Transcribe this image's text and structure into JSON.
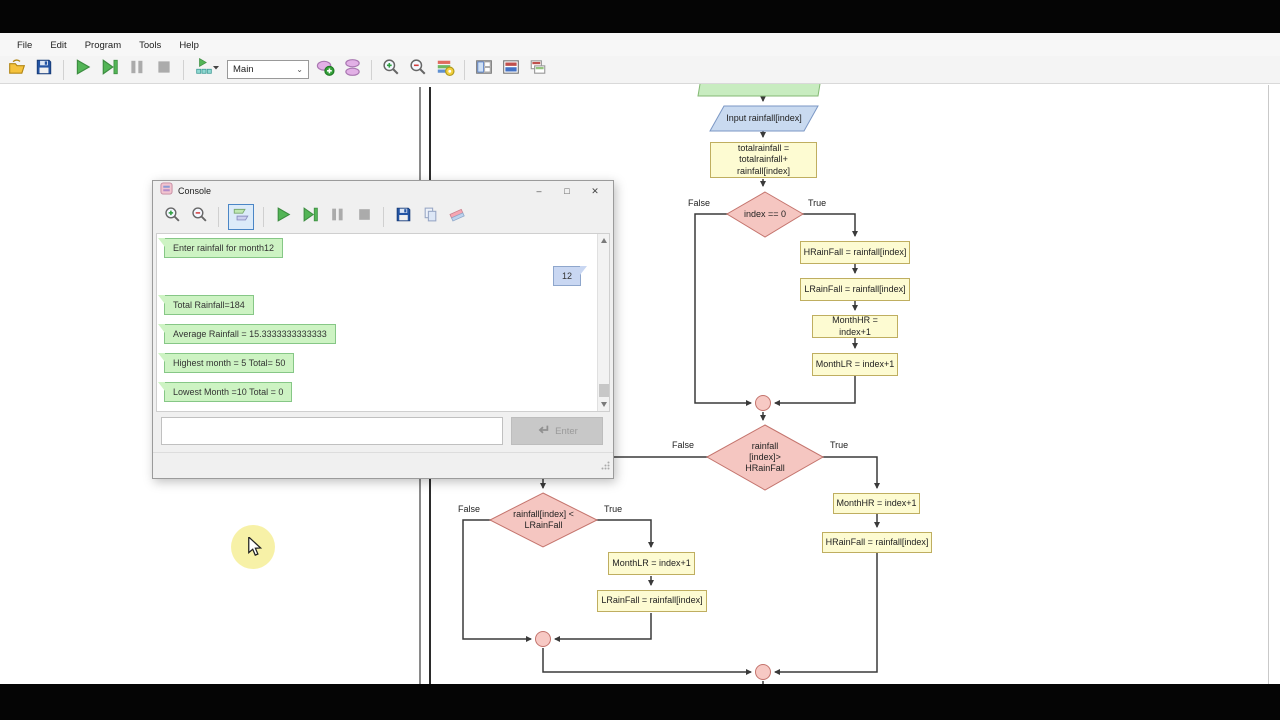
{
  "menu": {
    "items": [
      "File",
      "Edit",
      "Program",
      "Tools",
      "Help"
    ]
  },
  "toolbar": {
    "function_selector_value": "Main",
    "buttons": [
      "open",
      "save",
      "run",
      "step",
      "pause",
      "stop",
      "flowchart-windows",
      "add-function",
      "functions",
      "zoom-in",
      "zoom-out",
      "zoom-options",
      "layout-split",
      "layout-output",
      "layout-cascade"
    ]
  },
  "console": {
    "title": "Console",
    "controls": {
      "minimize": "–",
      "maximize": "□",
      "close": "✕"
    },
    "toolbar_buttons": [
      "zoom-in",
      "zoom-out",
      "chat-view",
      "run",
      "step",
      "pause",
      "stop",
      "save",
      "copy",
      "clear"
    ],
    "messages": [
      {
        "role": "output",
        "text": "Enter rainfall for month12"
      },
      {
        "role": "input",
        "text": "12"
      },
      {
        "role": "output",
        "text": "Total Rainfall=184"
      },
      {
        "role": "output",
        "text": "Average Rainfall = 15.3333333333333"
      },
      {
        "role": "output",
        "text": "Highest month = 5 Total= 50"
      },
      {
        "role": "output",
        "text": "Lowest Month =10 Total = 0"
      }
    ],
    "input_value": "",
    "input_placeholder": "",
    "enter_button_label": "Enter"
  },
  "flowchart": {
    "io_input": "Input rainfall[index]",
    "assign_total": "totalrainfall = totalrainfall+ rainfall[index]",
    "decision_index_zero": "index == 0",
    "assign_hrainfall": "HRainFall = rainfall[index]",
    "assign_lrainfall": "LRainFall = rainfall[index]",
    "assign_monthhr": "MonthHR = index+1",
    "assign_monthlr": "MonthLR = index+1",
    "decision_higher": "rainfall [index]> HRainFall",
    "decision_lower": "rainfall[index] < LRainFall",
    "label_false": "False",
    "label_true": "True"
  },
  "colors": {
    "assign_fill": "#fdfbd2",
    "assign_border": "#bfae60",
    "decision_fill": "#f5c6c1",
    "decision_border": "#c4746d",
    "io_fill": "#c9daf0",
    "io_border": "#7b97c4",
    "loop_fill": "#c8ecc0",
    "loop_border": "#84b974",
    "connector_fill": "#f7c9c4",
    "output_bubble_fill": "#cdf3c3",
    "output_bubble_border": "#86c786",
    "input_bubble_fill": "#c9d7f2",
    "input_bubble_border": "#8ea6cc",
    "line_color": "#3a3a3a"
  }
}
